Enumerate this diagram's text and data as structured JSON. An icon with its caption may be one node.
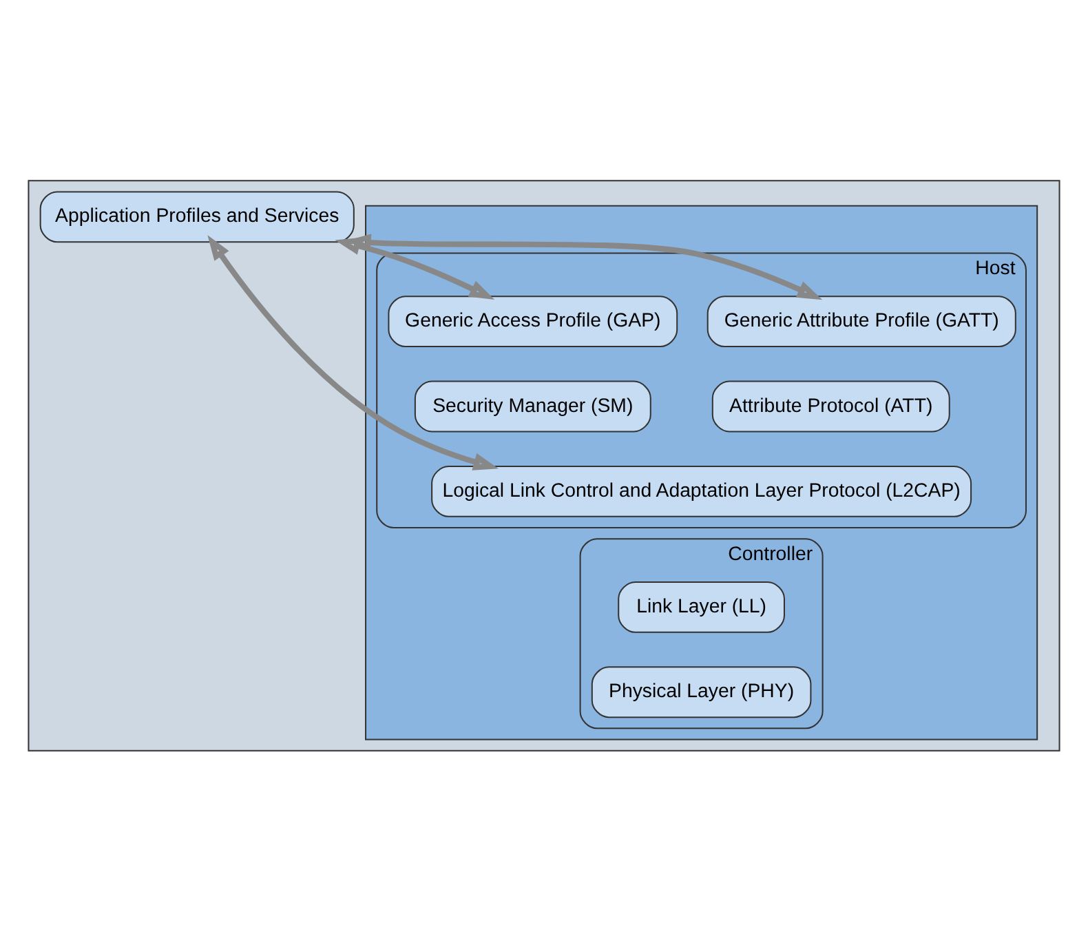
{
  "diagram": {
    "nodes": [
      {
        "text": [],
        "shape": "box"
      },
      {
        "text": [
          "Application Profiles and Services"
        ],
        "in": 0
      },
      {
        "text": [],
        "shape": "box",
        "in": 0
      },
      {
        "text": [
          "Host"
        ],
        "in": 2
      },
      {
        "text": [
          "Generic Attribute Profile (GATT)"
        ],
        "in": 3
      },
      {
        "text": [
          "Generic Access Profile (GAP)"
        ],
        "in": 3
      },
      {
        "text": [
          "Attribute Protocol (ATT)"
        ],
        "in": 3
      },
      {
        "text": [
          "Security Manager (SM)"
        ],
        "in": 3
      },
      {
        "text": [
          "Logical Link Control and Adaptation Layer Protocol (L2CAP)"
        ],
        "in": 3
      },
      {
        "text": [
          "Controller"
        ],
        "in": 2
      },
      {
        "text": [
          "Link Layer (LL)"
        ],
        "in": 9
      },
      {
        "text": [
          "Physical Layer (PHY)"
        ],
        "in": 9
      }
    ],
    "edges": [
      {
        "from": 1,
        "to": 8,
        "arrow": "both"
      },
      {
        "from": 1,
        "to": 4,
        "arrow": "both"
      },
      {
        "from": 1,
        "to": 5,
        "arrow": "both"
      }
    ]
  }
}
